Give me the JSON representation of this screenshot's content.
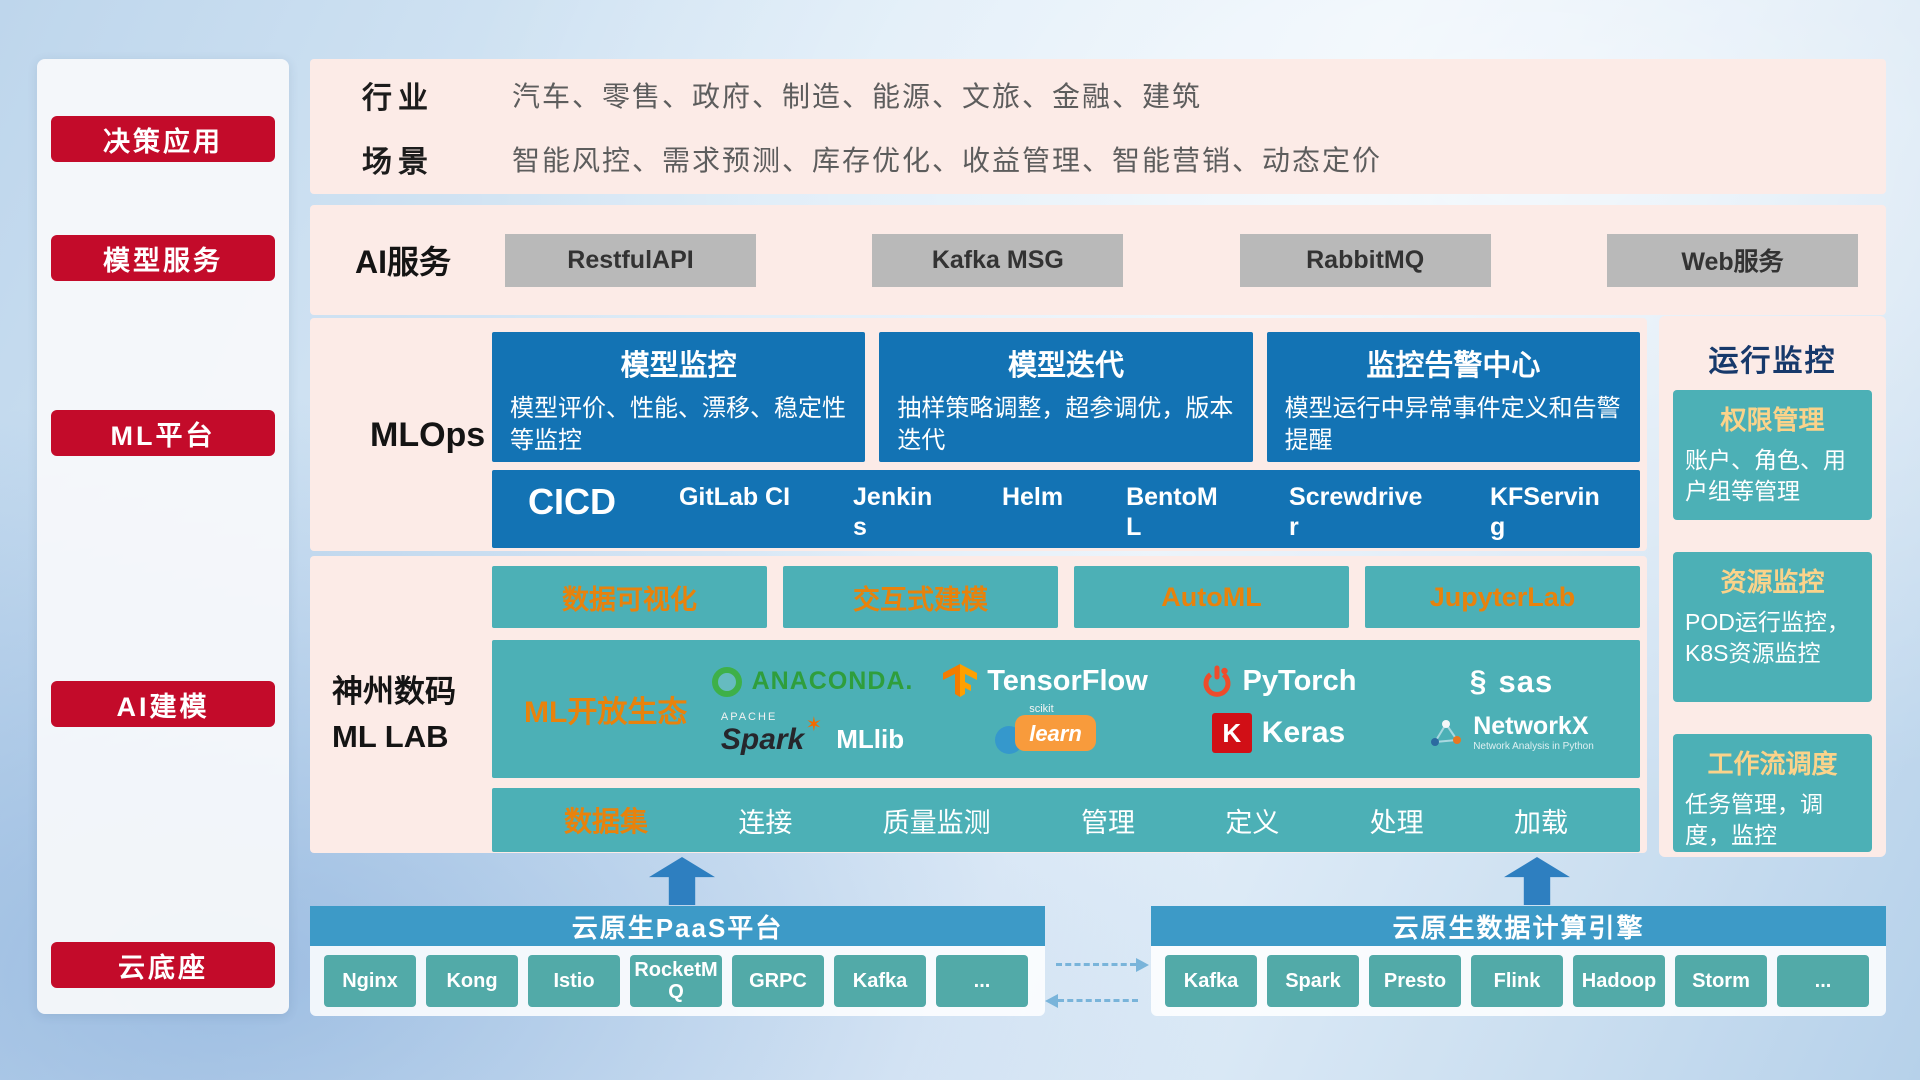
{
  "sidebar": {
    "items": [
      {
        "label": "决策应用"
      },
      {
        "label": "模型服务"
      },
      {
        "label": "ML平台"
      },
      {
        "label": "AI建模"
      },
      {
        "label": "云底座"
      }
    ]
  },
  "industry_band": {
    "row1_label": "行业",
    "row1_text": "汽车、零售、政府、制造、能源、文旅、金融、建筑",
    "row2_label": "场景",
    "row2_text": "智能风控、需求预测、库存优化、收益管理、智能营销、动态定价"
  },
  "ai_service_band": {
    "label": "AI服务",
    "items": [
      {
        "label": "RestfulAPI"
      },
      {
        "label": "Kafka MSG"
      },
      {
        "label": "RabbitMQ"
      },
      {
        "label": "Web服务"
      }
    ]
  },
  "mlops_band": {
    "label": "MLOps",
    "cards": [
      {
        "title": "模型监控",
        "desc": "模型评价、性能、漂移、稳定性等监控"
      },
      {
        "title": "模型迭代",
        "desc": "抽样策略调整，超参调优，版本迭代"
      },
      {
        "title": "监控告警中心",
        "desc": "模型运行中异常事件定义和告警提醒"
      }
    ],
    "cicd_title": "CICD",
    "cicd_items": [
      {
        "label": "GitLab CI"
      },
      {
        "label": "Jenkins"
      },
      {
        "label": "Helm"
      },
      {
        "label": "BentoML"
      },
      {
        "label": "Screwdriver"
      },
      {
        "label": "KFServing"
      }
    ]
  },
  "mllab_band": {
    "label_line1": "神州数码",
    "label_line2": "ML LAB",
    "tools": [
      {
        "label": "数据可视化"
      },
      {
        "label": "交互式建模"
      },
      {
        "label": "AutoML"
      },
      {
        "label": "JupyterLab"
      }
    ],
    "eco_title": "ML开放生态",
    "logos": {
      "anaconda": "ANACONDA.",
      "tensorflow": "TensorFlow",
      "pytorch": "PyTorch",
      "sas": "sas",
      "spark_apache": "APACHE",
      "spark": "Spark",
      "mllib": "MLlib",
      "scikit_top": "scikit",
      "scikit": "learn",
      "keras_k": "K",
      "keras": "Keras",
      "networkx": "NetworkX",
      "networkx_sub": "Network Analysis in Python"
    },
    "dataset_title": "数据集",
    "dataset_items": [
      {
        "label": "连接"
      },
      {
        "label": "质量监测"
      },
      {
        "label": "管理"
      },
      {
        "label": "定义"
      },
      {
        "label": "处理"
      },
      {
        "label": "加载"
      }
    ]
  },
  "monitor_panel": {
    "title": "运行监控",
    "cards": [
      {
        "title": "权限管理",
        "desc": "账户、角色、用户组等管理"
      },
      {
        "title": "资源监控",
        "desc": "POD运行监控，K8S资源监控"
      },
      {
        "title": "工作流调度",
        "desc": "任务管理，调度，监控"
      }
    ]
  },
  "cloud_band": {
    "paas_title": "云原生PaaS平台",
    "paas_items": [
      {
        "label": "Nginx"
      },
      {
        "label": "Kong"
      },
      {
        "label": "Istio"
      },
      {
        "label": "RocketMQ"
      },
      {
        "label": "GRPC"
      },
      {
        "label": "Kafka"
      },
      {
        "label": "..."
      }
    ],
    "engine_title": "云原生数据计算引擎",
    "engine_items": [
      {
        "label": "Kafka"
      },
      {
        "label": "Spark"
      },
      {
        "label": "Presto"
      },
      {
        "label": "Flink"
      },
      {
        "label": "Hadoop"
      },
      {
        "label": "Storm"
      },
      {
        "label": "..."
      }
    ]
  },
  "colors": {
    "accent_red": "#c30b2a",
    "deep_blue": "#1373b4",
    "teal": "#4cb0b6",
    "orange": "#e8820c",
    "bar_blue": "#3d9ac7",
    "node_teal": "#52aaa8"
  }
}
